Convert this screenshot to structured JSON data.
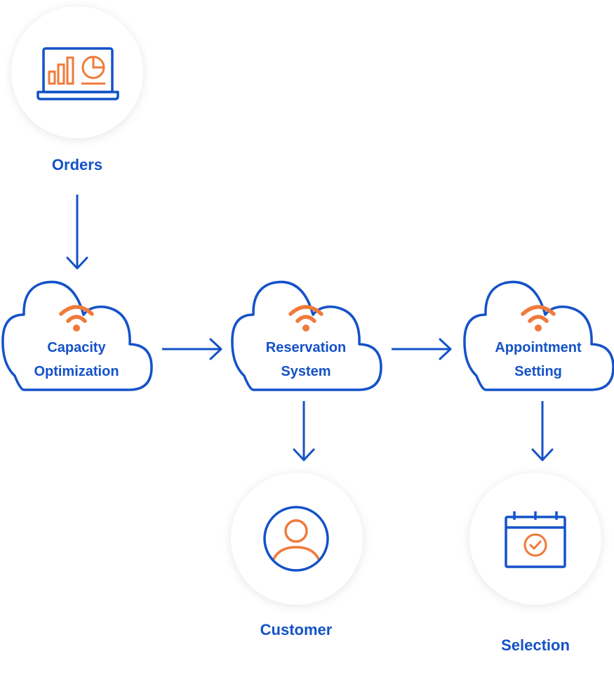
{
  "colors": {
    "primary_blue": "#1452c8",
    "accent_orange": "#f07a3a"
  },
  "nodes": {
    "orders": {
      "label": "Orders",
      "icon": "laptop-chart-icon"
    },
    "capacity_optimization": {
      "line1": "Capacity",
      "line2": "Optimization",
      "icon": "wifi-icon"
    },
    "reservation_system": {
      "line1": "Reservation",
      "line2": "System",
      "icon": "wifi-icon"
    },
    "appointment_setting": {
      "line1": "Appointment",
      "line2": "Setting",
      "icon": "wifi-icon"
    },
    "customer": {
      "label": "Customer",
      "icon": "user-icon"
    },
    "selection": {
      "label": "Selection",
      "icon": "calendar-check-icon"
    }
  },
  "edges": [
    {
      "from": "Orders",
      "to": "Capacity Optimization"
    },
    {
      "from": "Capacity Optimization",
      "to": "Reservation System"
    },
    {
      "from": "Reservation System",
      "to": "Appointment Setting"
    },
    {
      "from": "Reservation System",
      "to": "Customer"
    },
    {
      "from": "Appointment Setting",
      "to": "Selection"
    }
  ]
}
